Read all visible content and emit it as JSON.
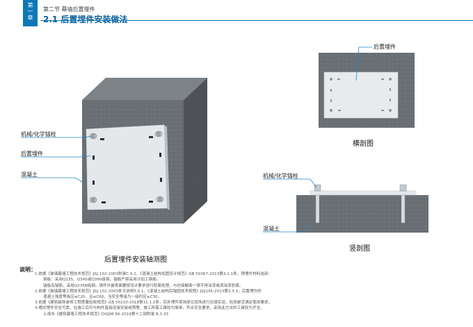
{
  "header": {
    "chapter_tab": [
      "第",
      "一",
      "章"
    ],
    "section_title": "第二节 幕墙后置埋件",
    "page_title": "2.1 后置埋件安装做法"
  },
  "figures": {
    "axonometric": {
      "caption": "后置埋件安装轴测图",
      "labels": {
        "anchor_bolt": "机械/化学锚栓",
        "embedded_part": "后置埋件",
        "concrete": "混凝土"
      }
    },
    "cross_section": {
      "caption": "横剖图",
      "labels": {
        "embedded_part": "后置埋件"
      }
    },
    "vertical_section": {
      "caption": "竖剖图",
      "labels": {
        "anchor_bolt": "机械/化学锚栓",
        "concrete": "混凝土"
      }
    }
  },
  "notes": {
    "heading": "说明：",
    "lines": [
      "1.依据《玻璃幕墙工程技术规范》JGJ 102-2003附录C.0.2、《混凝土结构加固设计规范》GB 50367-2013第4.1.1条，预埋件材料选用：",
      "钢板：采用Q235、Q345或Q390级钢，锚筋严禁采用冷加工钢筋。",
      "锚板及锚筋，采用Q235B级钢。钢件外露表面要按设计要求进行防腐处理，与砼接触面一律不得涂漆或洒油漆防腐。",
      "2.依据《玻璃幕墙工程技术规范》JGJ 102-2003条文说明5.5.1、《混凝土结构后锚固技术规程》JGJ145-2013第3.3.3，后置埋件的",
      "混凝土强度等级应≥C20，且≤C60，当安全等级为一级时应≥C30。",
      "3.依据《建筑装饰装修工程质量验收规范》GB 50210-2018第11.1.2条，后补埋件现场原位现场进行拉拔实验，检测是否满足使用要求。",
      "4.槽式埋件安全可靠，在施工后可与构件直接连接安装或预埋，施工所需工具较为简单，符合安全要求，采用此方法的工具较为齐全。",
      "上海市《建筑幕墙工程技术规范》DGJ08-56-2019第十二部附录 B.3.33"
    ]
  },
  "colors": {
    "brand_blue": "#0b78b8",
    "concrete": "#6e7378",
    "plate": "#e8ecef"
  }
}
